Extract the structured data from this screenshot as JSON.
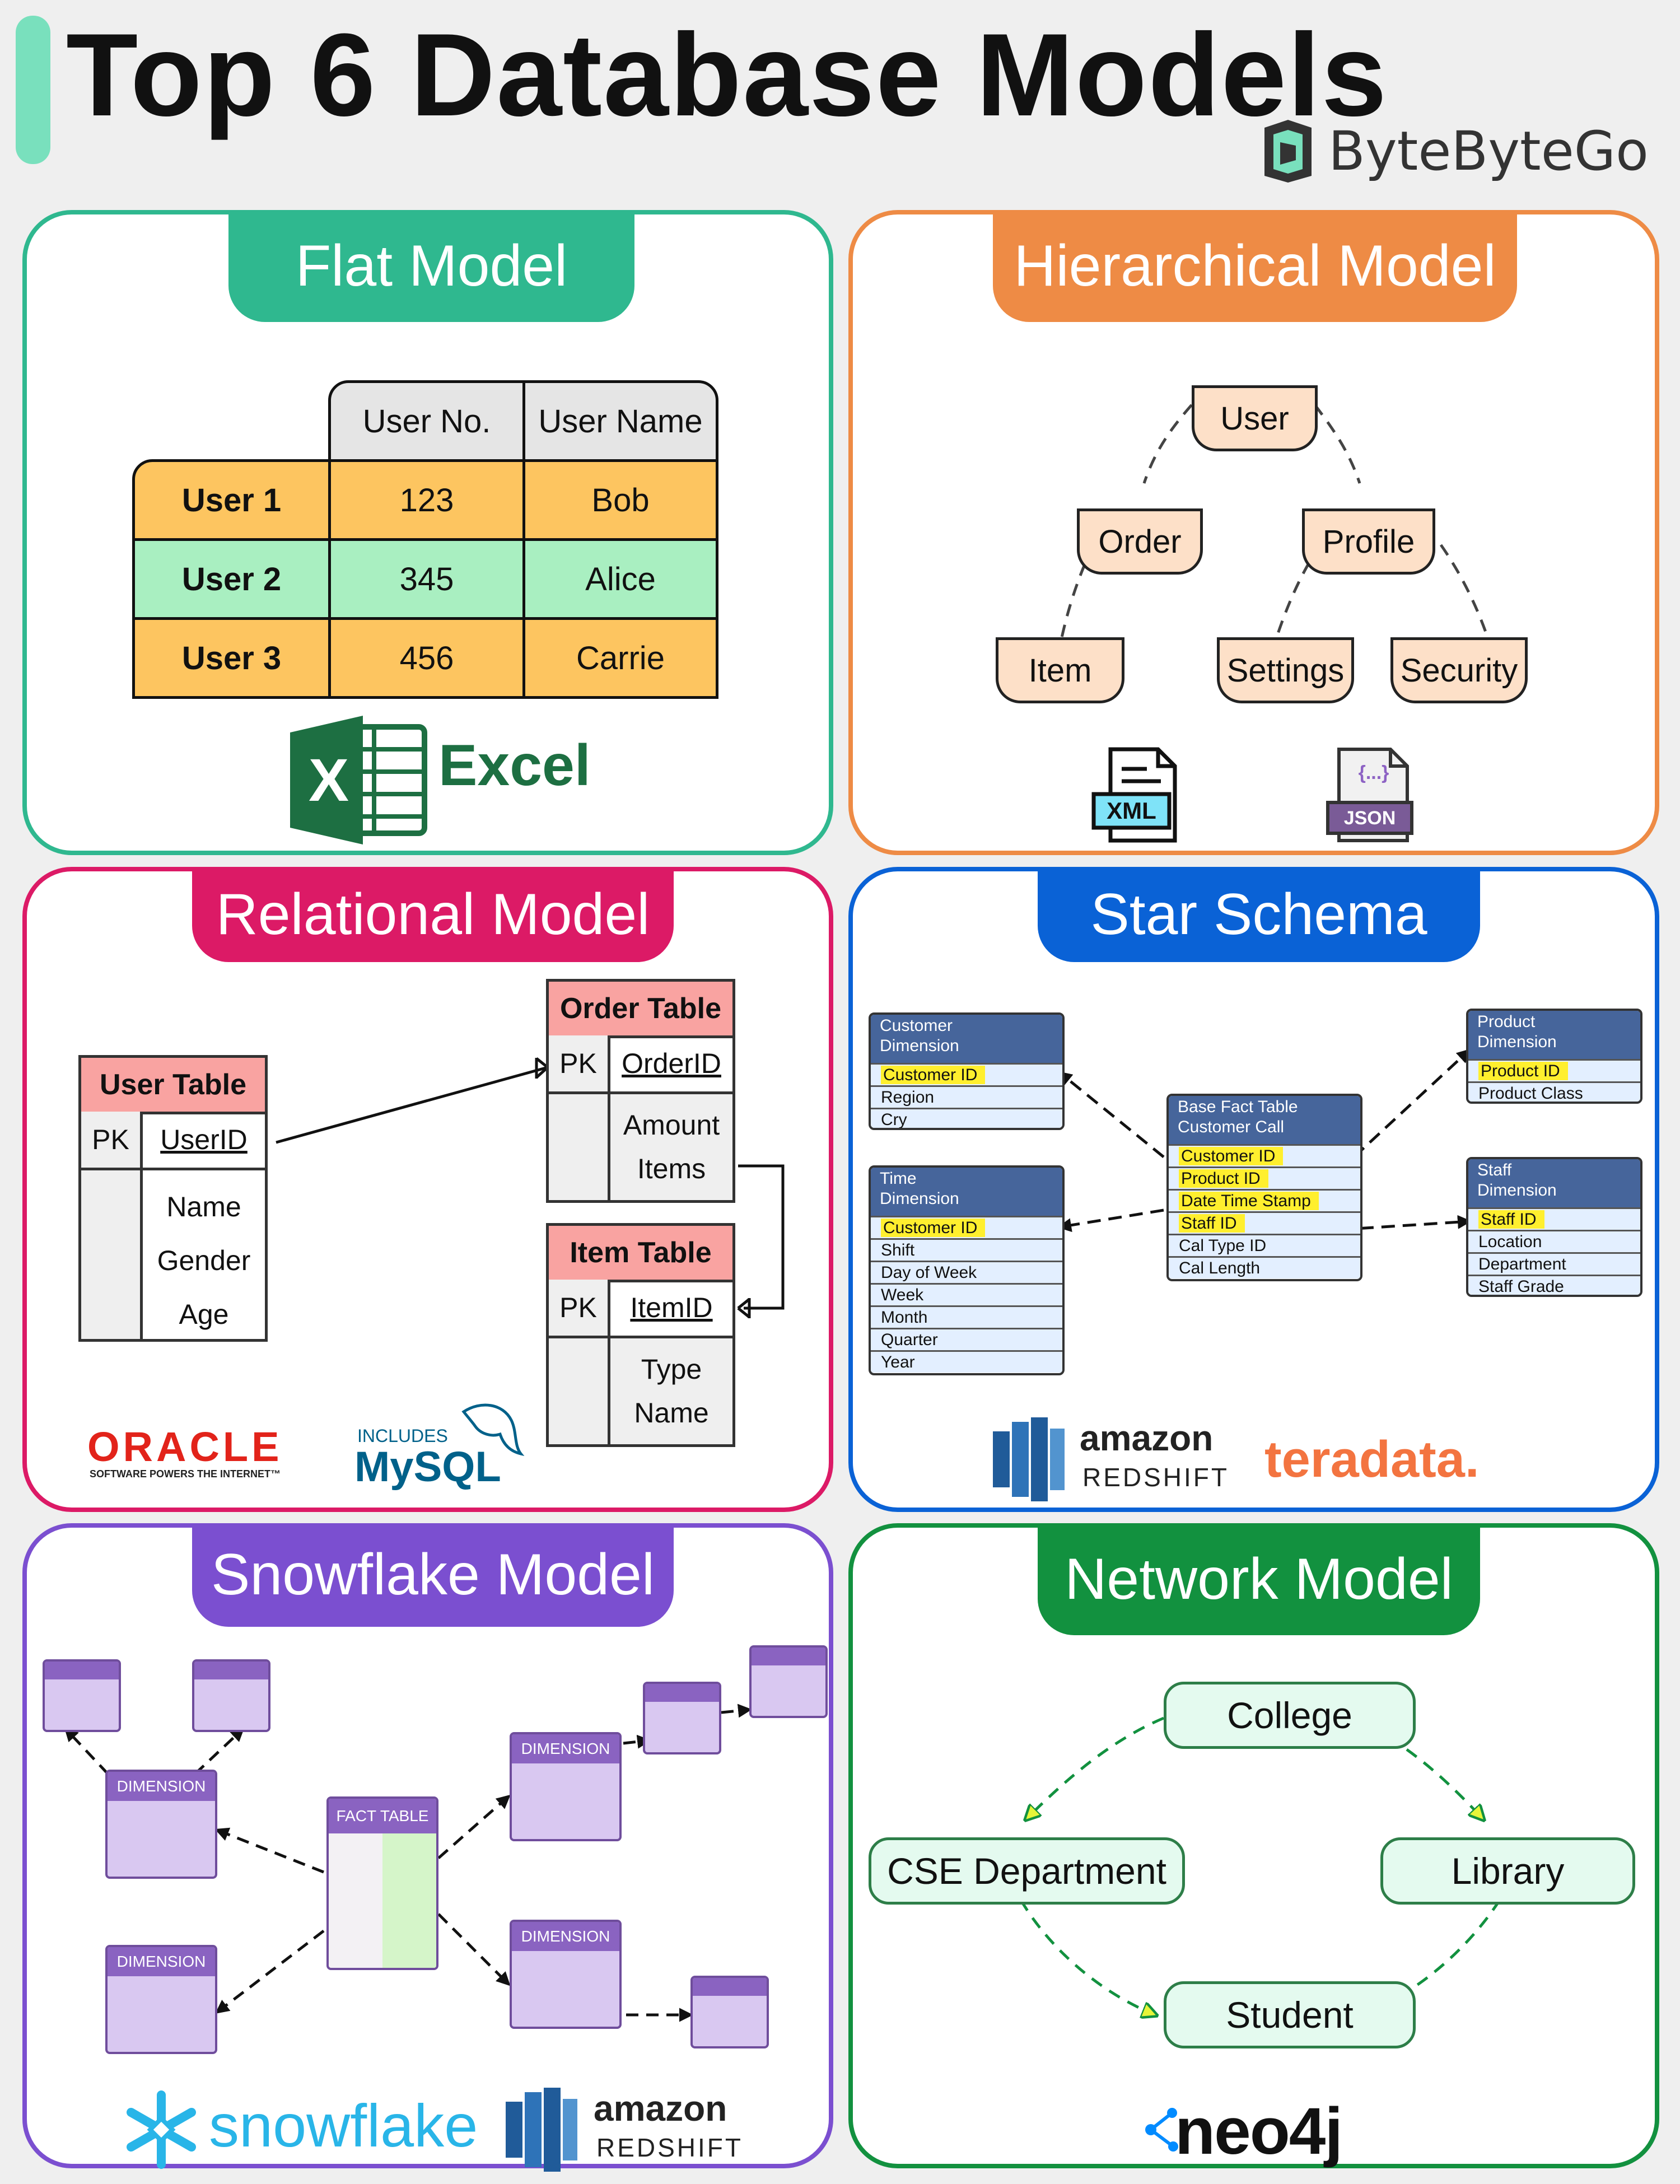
{
  "title": "Top 6 Database Models",
  "brand": "ByteByteGo",
  "flat": {
    "title": "Flat Model",
    "columns": [
      "User No.",
      "User Name"
    ],
    "rows": [
      {
        "label": "User 1",
        "no": "123",
        "name": "Bob"
      },
      {
        "label": "User 2",
        "no": "345",
        "name": "Alice"
      },
      {
        "label": "User 3",
        "no": "456",
        "name": "Carrie"
      }
    ],
    "logo": "Excel",
    "logo_mark": "X"
  },
  "hierarchical": {
    "title": "Hierarchical Model",
    "nodes": {
      "user": "User",
      "order": "Order",
      "profile": "Profile",
      "item": "Item",
      "settings": "Settings",
      "security": "Security"
    },
    "logos": [
      "XML",
      "JSON"
    ],
    "json_braces": "{...}"
  },
  "relational": {
    "title": "Relational Model",
    "user_table": {
      "header": "User Table",
      "pk": "PK",
      "key": "UserID",
      "fields": [
        "Name",
        "Gender",
        "Age"
      ]
    },
    "order_table": {
      "header": "Order Table",
      "pk": "PK",
      "key": "OrderID",
      "fields": [
        "Amount",
        "Items"
      ]
    },
    "item_table": {
      "header": "Item Table",
      "pk": "PK",
      "key": "ItemID",
      "fields": [
        "Type",
        "Name"
      ]
    },
    "oracle": "ORACLE",
    "oracle_tagline": "SOFTWARE POWERS THE INTERNET™",
    "mysql_includes": "INCLUDES",
    "mysql": "MySQL"
  },
  "star": {
    "title": "Star Schema",
    "customer": {
      "header": [
        "Customer",
        "Dimension"
      ],
      "rows": [
        "Customer ID",
        "Region",
        "Cry"
      ]
    },
    "time": {
      "header": [
        "Time",
        "Dimension"
      ],
      "rows": [
        "Customer ID",
        "Shift",
        "Day of Week",
        "Week",
        "Month",
        "Quarter",
        "Year"
      ]
    },
    "fact": {
      "header": [
        "Base Fact Table",
        "Customer Call"
      ],
      "rows": [
        "Customer ID",
        "Product ID",
        "Date Time Stamp",
        "Staff ID",
        "Cal Type ID",
        "Cal Length"
      ]
    },
    "product": {
      "header": [
        "Product",
        "Dimension"
      ],
      "rows": [
        "Product ID",
        "Product Class"
      ]
    },
    "staff": {
      "header": [
        "Staff",
        "Dimension"
      ],
      "rows": [
        "Staff ID",
        "Location",
        "Department",
        "Staff Grade"
      ]
    },
    "amazon": "amazon",
    "redshift": "REDSHIFT",
    "teradata": "teradata."
  },
  "snowflake": {
    "title": "Snowflake Model",
    "fact": "FACT TABLE",
    "dimension": "DIMENSION",
    "logo": "snowflake",
    "amazon": "amazon",
    "redshift": "REDSHIFT"
  },
  "network": {
    "title": "Network Model",
    "nodes": {
      "college": "College",
      "cse": "CSE Department",
      "library": "Library",
      "student": "Student"
    },
    "logo": "neo4j"
  },
  "colors": {
    "flat": "#2fb88f",
    "hierarchical": "#ee8b45",
    "relational": "#dc1a66",
    "star": "#0a62d6",
    "snowflake": "#7b4fd0",
    "network": "#12913f"
  }
}
